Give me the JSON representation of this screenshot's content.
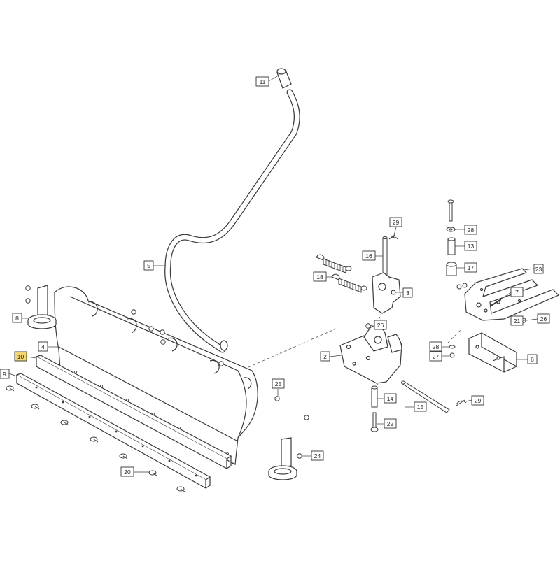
{
  "diagram": {
    "highlight_color": "#f5d76e",
    "box_border_color": "#333333",
    "line_color": "#3a3a3a",
    "callouts": [
      {
        "id": "c1",
        "label": "11"
      },
      {
        "id": "c2",
        "label": "5"
      },
      {
        "id": "c3",
        "label": "29"
      },
      {
        "id": "c4",
        "label": "16"
      },
      {
        "id": "c5",
        "label": "18"
      },
      {
        "id": "c6",
        "label": "3"
      },
      {
        "id": "c7",
        "label": "23"
      },
      {
        "id": "c8",
        "label": "28"
      },
      {
        "id": "c9",
        "label": "13"
      },
      {
        "id": "c10",
        "label": "17"
      },
      {
        "id": "c11",
        "label": "7"
      },
      {
        "id": "c12",
        "label": "21"
      },
      {
        "id": "c13",
        "label": "26"
      },
      {
        "id": "c14",
        "label": "26"
      },
      {
        "id": "c15",
        "label": "8"
      },
      {
        "id": "c16",
        "label": "4"
      },
      {
        "id": "c17",
        "label": "10",
        "highlighted": true
      },
      {
        "id": "c18",
        "label": "9"
      },
      {
        "id": "c19",
        "label": "2"
      },
      {
        "id": "c20",
        "label": "28"
      },
      {
        "id": "c21",
        "label": "27"
      },
      {
        "id": "c22",
        "label": "6"
      },
      {
        "id": "c23",
        "label": "25"
      },
      {
        "id": "c24",
        "label": "14"
      },
      {
        "id": "c25",
        "label": "15"
      },
      {
        "id": "c26",
        "label": "29"
      },
      {
        "id": "c27",
        "label": "22"
      },
      {
        "id": "c28",
        "label": "24"
      },
      {
        "id": "c29",
        "label": "20"
      }
    ]
  }
}
